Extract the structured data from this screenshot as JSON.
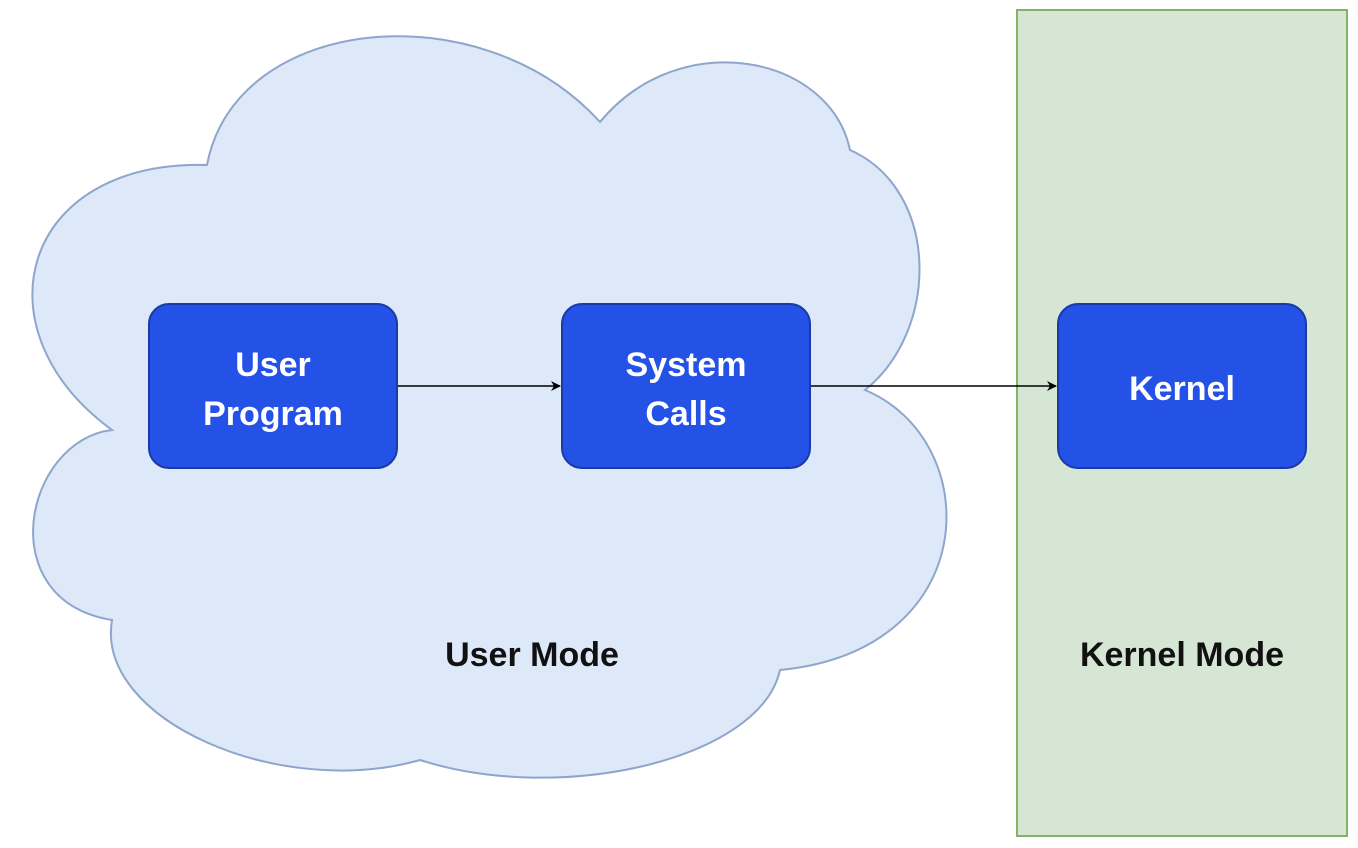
{
  "colors": {
    "background": "#ffffff",
    "user_region_fill": "#dde8f8",
    "user_region_stroke": "#8ea6cc",
    "kernel_region_fill": "#d6e6d4",
    "kernel_region_stroke": "#82b366",
    "node_fill": "#2451e6",
    "node_stroke": "#1a3aa8",
    "node_text": "#ffffff",
    "label_text": "#111111",
    "arrow": "#000000"
  },
  "regions": {
    "user": {
      "label": "User Mode"
    },
    "kernel": {
      "label": "Kernel Mode"
    }
  },
  "nodes": {
    "user_program": {
      "line1": "User",
      "line2": "Program"
    },
    "system_calls": {
      "line1": "System",
      "line2": "Calls"
    },
    "kernel": {
      "label": "Kernel"
    }
  },
  "edges": [
    {
      "from": "User Program",
      "to": "System Calls"
    },
    {
      "from": "System Calls",
      "to": "Kernel"
    }
  ]
}
